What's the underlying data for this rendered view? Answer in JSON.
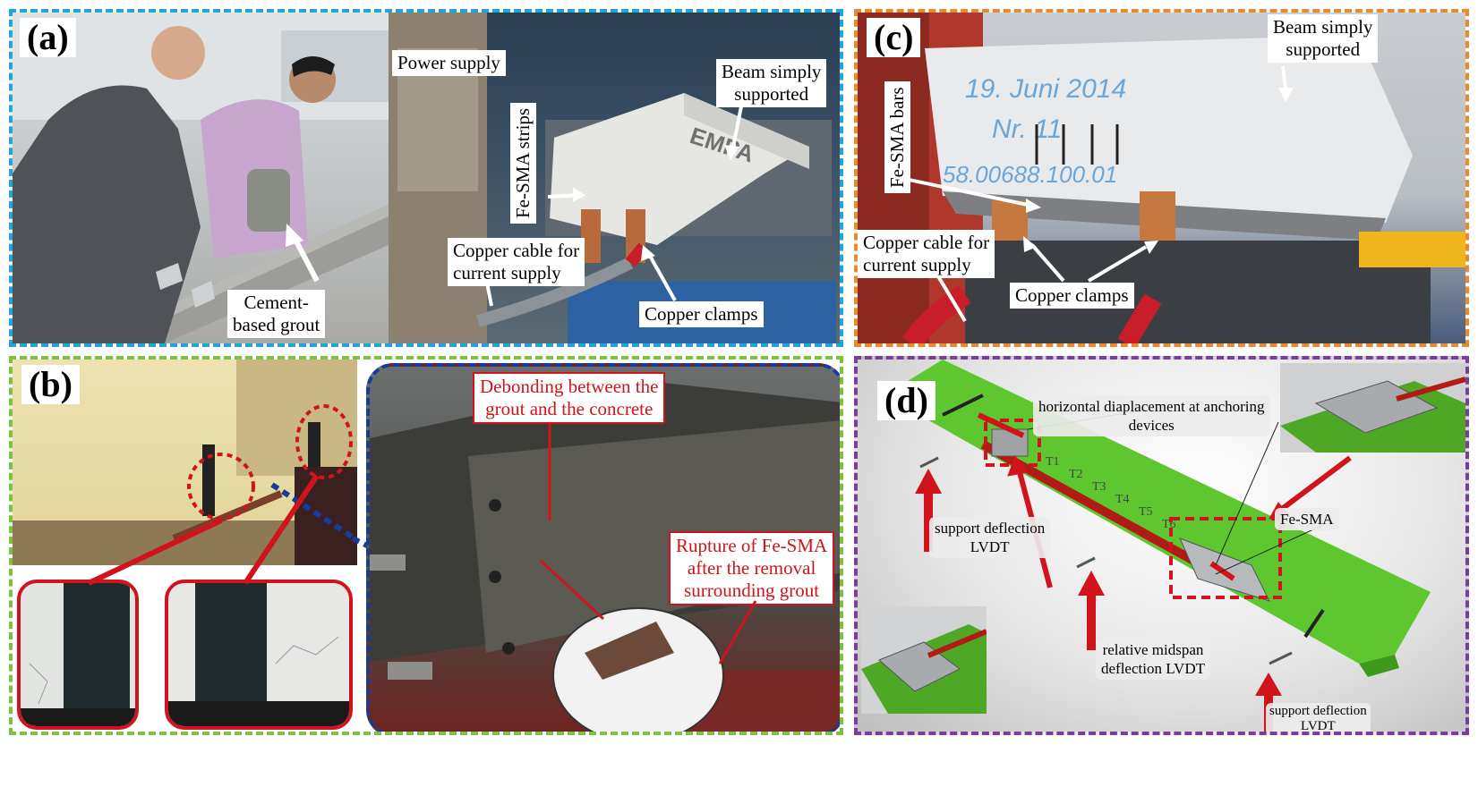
{
  "colors": {
    "panel_a_border": "#1ea6e0",
    "panel_b_border": "#7cc240",
    "panel_c_border": "#ea8a2e",
    "panel_d_border": "#7a3d9a",
    "zoom_border": "#1a3a9c",
    "annotation_red": "#d1141c",
    "beam_green": "#5ec730"
  },
  "panel_a": {
    "tag": "(a)",
    "cement_label": "Cement-\nbased grout",
    "power_supply": "Power supply",
    "beam_supported": "Beam simply\nsupported",
    "fesma_strips": "Fe-SMA strips",
    "copper_cable": "Copper cable for\ncurrent supply",
    "copper_clamps": "Copper clamps"
  },
  "panel_b": {
    "tag": "(b)",
    "debonding": "Debonding between the\ngrout and the concrete",
    "rupture": "Rupture of Fe-SMA\nafter the removal\nsurrounding grout"
  },
  "panel_c": {
    "tag": "(c)",
    "beam_supported": "Beam simply\nsupported",
    "fesma_bars": "Fe-SMA bars",
    "copper_cable": "Copper cable for\ncurrent supply",
    "copper_clamps": "Copper clamps",
    "handwriting": "19. Juni 2014\nNr. 11\n58.00688.100.01"
  },
  "panel_d": {
    "tag": "(d)",
    "horizontal": "horizontal diaplacement at anchoring\ndevices",
    "support_left": "support deflection\nLVDT",
    "fesma": "Fe-SMA",
    "midspan": "relative midspan\ndeflection LVDT",
    "support_right": "support deflection\nLVDT",
    "gauges": [
      "T1",
      "T2",
      "T3",
      "T4",
      "T5",
      "T6"
    ]
  }
}
